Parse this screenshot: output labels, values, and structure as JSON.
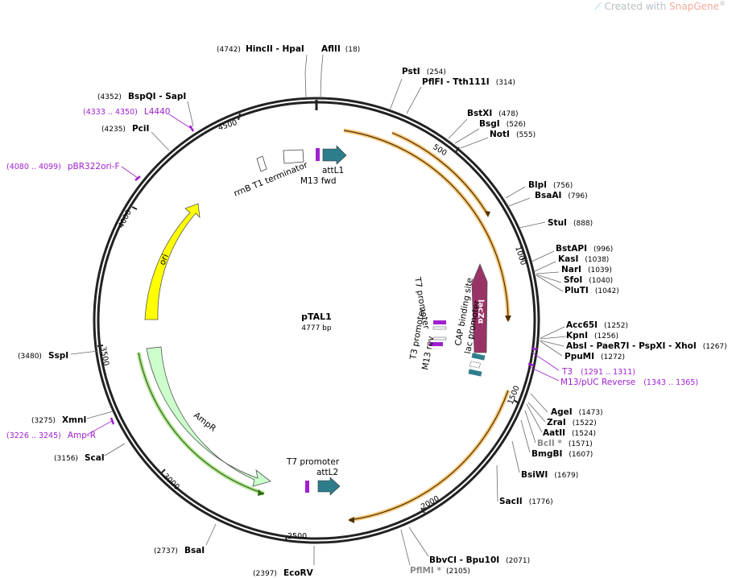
{
  "brand": {
    "prefix": "Created with ",
    "name": "SnapGene",
    "mark": "®"
  },
  "plasmid": {
    "name": "pTAL1",
    "size": "4777 bp"
  },
  "ticks": [
    "500",
    "1000",
    "1500",
    "2000",
    "2500",
    "3000",
    "3500",
    "4000",
    "4500"
  ],
  "sites": [
    {
      "name": "HincII",
      "name2": "HpaI",
      "pos": "(4742)"
    },
    {
      "name": "AflII",
      "pos": "(18)"
    },
    {
      "name": "PstI",
      "pos": "(254)"
    },
    {
      "name": "PflFI",
      "name2": "Tth111I",
      "pos": "(314)"
    },
    {
      "name": "BstXI",
      "pos": "(478)"
    },
    {
      "name": "BsgI",
      "pos": "(526)"
    },
    {
      "name": "NotI",
      "pos": "(555)"
    },
    {
      "name": "BlpI",
      "pos": "(756)"
    },
    {
      "name": "BsaAI",
      "pos": "(796)"
    },
    {
      "name": "StuI",
      "pos": "(888)"
    },
    {
      "name": "BstAPI",
      "pos": "(996)"
    },
    {
      "name": "KasI",
      "pos": "(1038)"
    },
    {
      "name": "NarI",
      "pos": "(1039)"
    },
    {
      "name": "SfoI",
      "pos": "(1040)"
    },
    {
      "name": "PluTI",
      "pos": "(1042)"
    },
    {
      "name": "Acc65I",
      "pos": "(1252)"
    },
    {
      "name": "KpnI",
      "pos": "(1256)"
    },
    {
      "name": "AbsI",
      "name2": "PaeR7I",
      "name3": "PspXI",
      "name4": "XhoI",
      "pos": "(1267)"
    },
    {
      "name": "PpuMI",
      "pos": "(1272)"
    },
    {
      "name": "AgeI",
      "pos": "(1473)"
    },
    {
      "name": "ZraI",
      "pos": "(1522)"
    },
    {
      "name": "AatII",
      "pos": "(1524)"
    },
    {
      "name": "BclI *",
      "pos": "(1571)"
    },
    {
      "name": "BmgBI",
      "pos": "(1607)"
    },
    {
      "name": "BsiWI",
      "pos": "(1679)"
    },
    {
      "name": "SacII",
      "pos": "(1776)"
    },
    {
      "name": "BbvCI",
      "name2": "Bpu10I",
      "pos": "(2071)"
    },
    {
      "name": "PflMI *",
      "pos": "(2105)"
    },
    {
      "name": "EcoRV",
      "pos": "(2397)"
    },
    {
      "name": "BsaI",
      "pos": "(2737)"
    },
    {
      "name": "ScaI",
      "pos": "(3156)"
    },
    {
      "name": "XmnI",
      "pos": "(3275)"
    },
    {
      "name": "SspI",
      "pos": "(3480)"
    },
    {
      "name": "PciI",
      "pos": "(4235)"
    },
    {
      "name": "BspQI",
      "name2": "SapI",
      "pos": "(4352)"
    }
  ],
  "primers": [
    {
      "name": "L4440",
      "range": "(4333 .. 4350)"
    },
    {
      "name": "pBR322ori-F",
      "range": "(4080 .. 4099)"
    },
    {
      "name": "T3",
      "range": "(1291 .. 1311)"
    },
    {
      "name": "M13/pUC Reverse",
      "range": "(1343 .. 1365)"
    },
    {
      "name": "Amp-R",
      "range": "(3226 .. 3245)"
    }
  ],
  "features": {
    "ori": "ori",
    "ampr": "AmpR",
    "lacz": "lacZα",
    "rrnb": "rrnB T1 terminator",
    "attl1": "attL1",
    "m13fwd": "M13 fwd",
    "t7prom_top": "T7 promoter",
    "attl2": "attL2",
    "t7prom_mid": "T7 promoter",
    "t3prom": "T3 promoter",
    "m13rev": "M13 rev",
    "cap": "CAP binding site",
    "lacprom": "lac promoter"
  },
  "colors": {
    "ori": "#ffff00",
    "ampr": "#ccffcc",
    "lacz": "#993366",
    "att": "#2e7d8c",
    "primer": "#a020d0",
    "orf_orange": "#f0a030",
    "orf_green": "#66bb44",
    "backbone": "#222222"
  }
}
